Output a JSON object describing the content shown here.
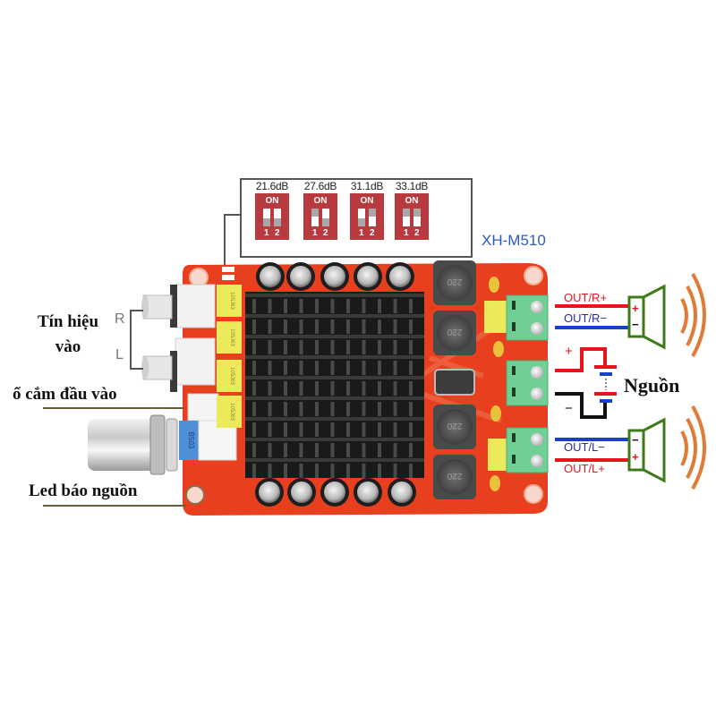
{
  "diagram": {
    "model": "XH-M510",
    "gain_settings": [
      {
        "label": "21.6dB",
        "on_text": "ON",
        "switch1": "off",
        "switch2": "off",
        "pins": [
          "1",
          "2"
        ]
      },
      {
        "label": "27.6dB",
        "on_text": "ON",
        "switch1": "on",
        "switch2": "off",
        "pins": [
          "1",
          "2"
        ]
      },
      {
        "label": "31.1dB",
        "on_text": "ON",
        "switch1": "off",
        "switch2": "on",
        "pins": [
          "1",
          "2"
        ]
      },
      {
        "label": "33.1dB",
        "on_text": "ON",
        "switch1": "on",
        "switch2": "on",
        "pins": [
          "1",
          "2"
        ]
      }
    ],
    "left_labels": {
      "signal_input": "Tín hiệu\nvào",
      "signal_input_line1": "Tín hiệu",
      "signal_input_line2": "vào",
      "channel_r": "R",
      "channel_l": "L",
      "input_jack": "ổ cắm đầu vào",
      "power_led": "Led báo nguồn"
    },
    "right_labels": {
      "out_r_plus": "OUT/R+",
      "out_r_minus": "OUT/R−",
      "out_l_minus": "OUT/L−",
      "out_l_plus": "OUT/L+",
      "power": "Nguồn",
      "plus_sign": "+",
      "minus_sign": "−",
      "spk_plus": "+",
      "spk_minus": "−"
    },
    "board": {
      "inductor_marking": "220",
      "capacitor_marking": "105J63",
      "potentiometer_marking": "B503"
    },
    "colors": {
      "pcb": "#e8401f",
      "heatsink": "#1a1a1a",
      "positive_wire": "#e8141c",
      "negative_wire": "#1a3fc8",
      "ground_wire": "#111111",
      "speaker": "#3f7a1a",
      "sound_wave": "#e07a35",
      "model_text": "#2a5bc7",
      "dip_switch": "#b83a3e",
      "terminal": "#6fcf95",
      "film_capacitor": "#ecea5a"
    }
  }
}
